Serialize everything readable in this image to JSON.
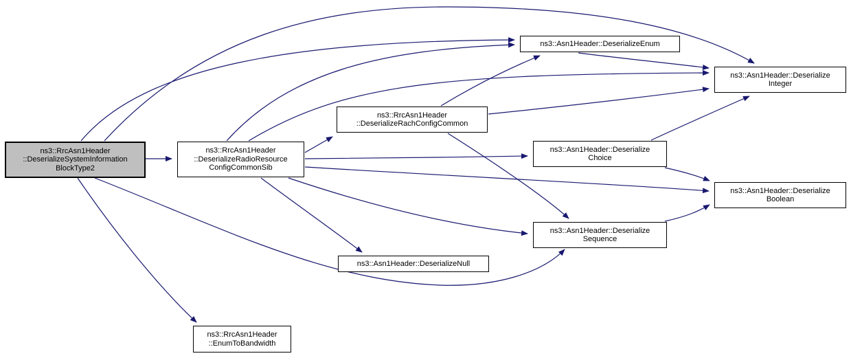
{
  "diagram": {
    "type": "call-graph",
    "background_color": "#ffffff",
    "edge_color": "#191970",
    "node_fill": "#ffffff",
    "node_border_color": "#000000",
    "highlighted_node_fill": "#bfbfbf",
    "nodes": [
      {
        "id": "sib2",
        "highlighted": true,
        "lines": [
          "ns3::RrcAsn1Header",
          "::DeserializeSystemInformation",
          "BlockType2"
        ]
      },
      {
        "id": "rrcsib",
        "highlighted": false,
        "lines": [
          "ns3::RrcAsn1Header",
          "::DeserializeRadioResource",
          "ConfigCommonSib"
        ]
      },
      {
        "id": "rach",
        "highlighted": false,
        "lines": [
          "ns3::RrcAsn1Header",
          "::DeserializeRachConfigCommon"
        ]
      },
      {
        "id": "enum",
        "highlighted": false,
        "lines": [
          "ns3::Asn1Header::DeserializeEnum"
        ]
      },
      {
        "id": "integer",
        "highlighted": false,
        "lines": [
          "ns3::Asn1Header::Deserialize",
          "Integer"
        ]
      },
      {
        "id": "choice",
        "highlighted": false,
        "lines": [
          "ns3::Asn1Header::Deserialize",
          "Choice"
        ]
      },
      {
        "id": "boolean",
        "highlighted": false,
        "lines": [
          "ns3::Asn1Header::Deserialize",
          "Boolean"
        ]
      },
      {
        "id": "sequence",
        "highlighted": false,
        "lines": [
          "ns3::Asn1Header::Deserialize",
          "Sequence"
        ]
      },
      {
        "id": "null",
        "highlighted": false,
        "lines": [
          "ns3::Asn1Header::DeserializeNull"
        ]
      },
      {
        "id": "enumtobandwidth",
        "highlighted": false,
        "lines": [
          "ns3::RrcAsn1Header",
          "::EnumToBandwidth"
        ]
      }
    ],
    "edges": [
      {
        "from": "sib2",
        "to": "rrcsib"
      },
      {
        "from": "sib2",
        "to": "enum"
      },
      {
        "from": "sib2",
        "to": "integer"
      },
      {
        "from": "sib2",
        "to": "sequence"
      },
      {
        "from": "sib2",
        "to": "enumtobandwidth"
      },
      {
        "from": "rrcsib",
        "to": "rach"
      },
      {
        "from": "rrcsib",
        "to": "enum"
      },
      {
        "from": "rrcsib",
        "to": "integer"
      },
      {
        "from": "rrcsib",
        "to": "choice"
      },
      {
        "from": "rrcsib",
        "to": "boolean"
      },
      {
        "from": "rrcsib",
        "to": "sequence"
      },
      {
        "from": "rrcsib",
        "to": "null"
      },
      {
        "from": "rach",
        "to": "enum"
      },
      {
        "from": "rach",
        "to": "integer"
      },
      {
        "from": "rach",
        "to": "sequence"
      },
      {
        "from": "enum",
        "to": "integer"
      },
      {
        "from": "choice",
        "to": "integer"
      },
      {
        "from": "choice",
        "to": "boolean"
      },
      {
        "from": "sequence",
        "to": "boolean"
      }
    ]
  }
}
